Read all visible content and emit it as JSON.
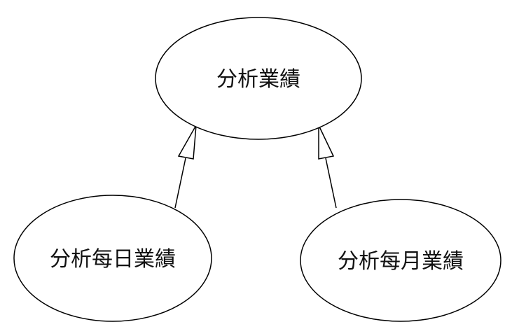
{
  "diagram": {
    "type": "use-case-generalization",
    "nodes": {
      "parent": {
        "label": "分析業績"
      },
      "child_daily": {
        "label": "分析每日業績"
      },
      "child_monthly": {
        "label": "分析每月業績"
      }
    },
    "edges": [
      {
        "from": "child_daily",
        "to": "parent",
        "kind": "generalization"
      },
      {
        "from": "child_monthly",
        "to": "parent",
        "kind": "generalization"
      }
    ],
    "colors": {
      "stroke": "#000000",
      "fill": "#ffffff",
      "text": "#111111"
    }
  }
}
